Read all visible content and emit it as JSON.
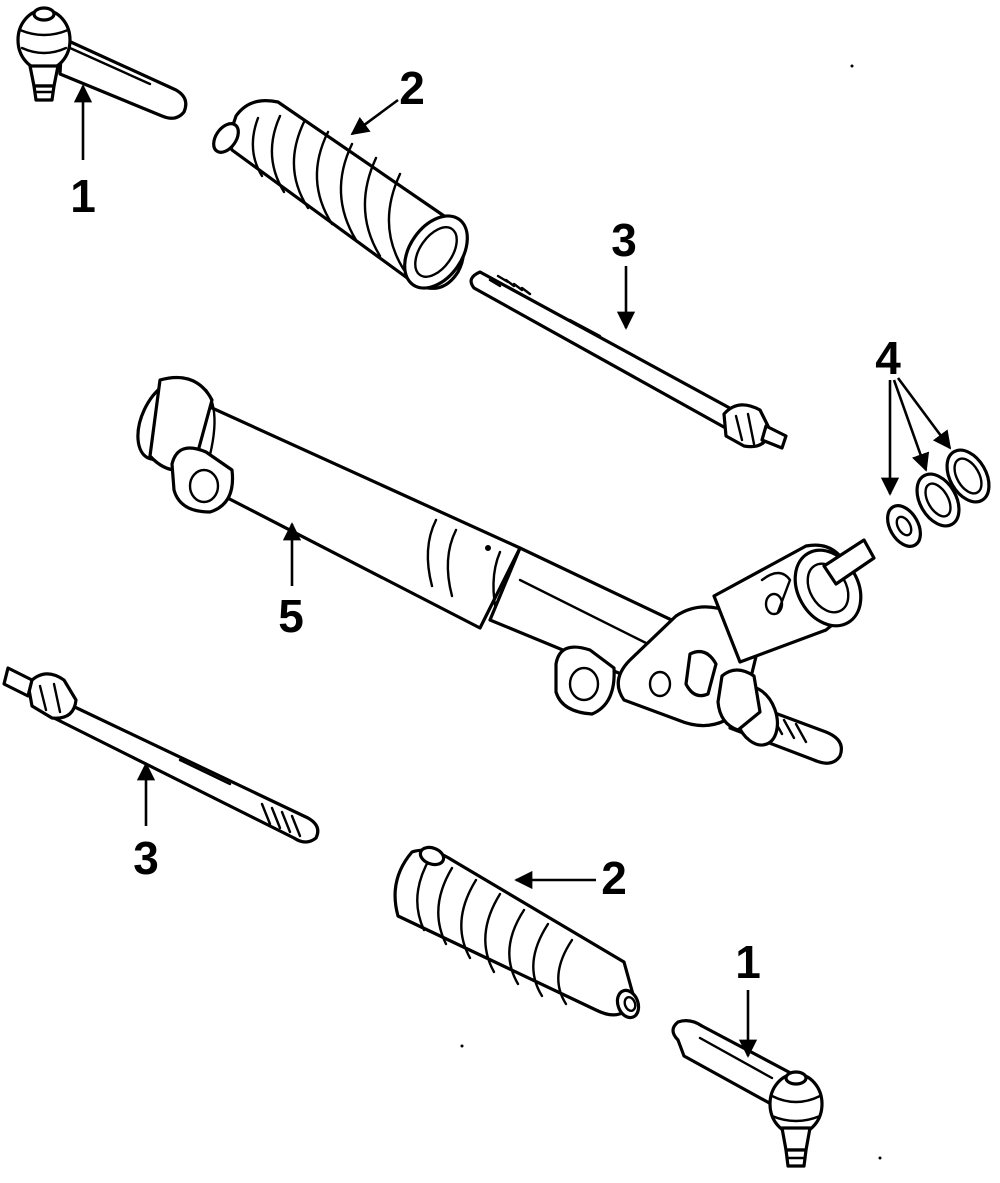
{
  "callouts": {
    "c1_top": "1",
    "c2_top": "2",
    "c3_right": "3",
    "c4": "4",
    "c5": "5",
    "c3_left": "3",
    "c2_bottom": "2",
    "c1_bottom": "1"
  },
  "colors": {
    "ink": "#000000",
    "paper": "#ffffff"
  }
}
